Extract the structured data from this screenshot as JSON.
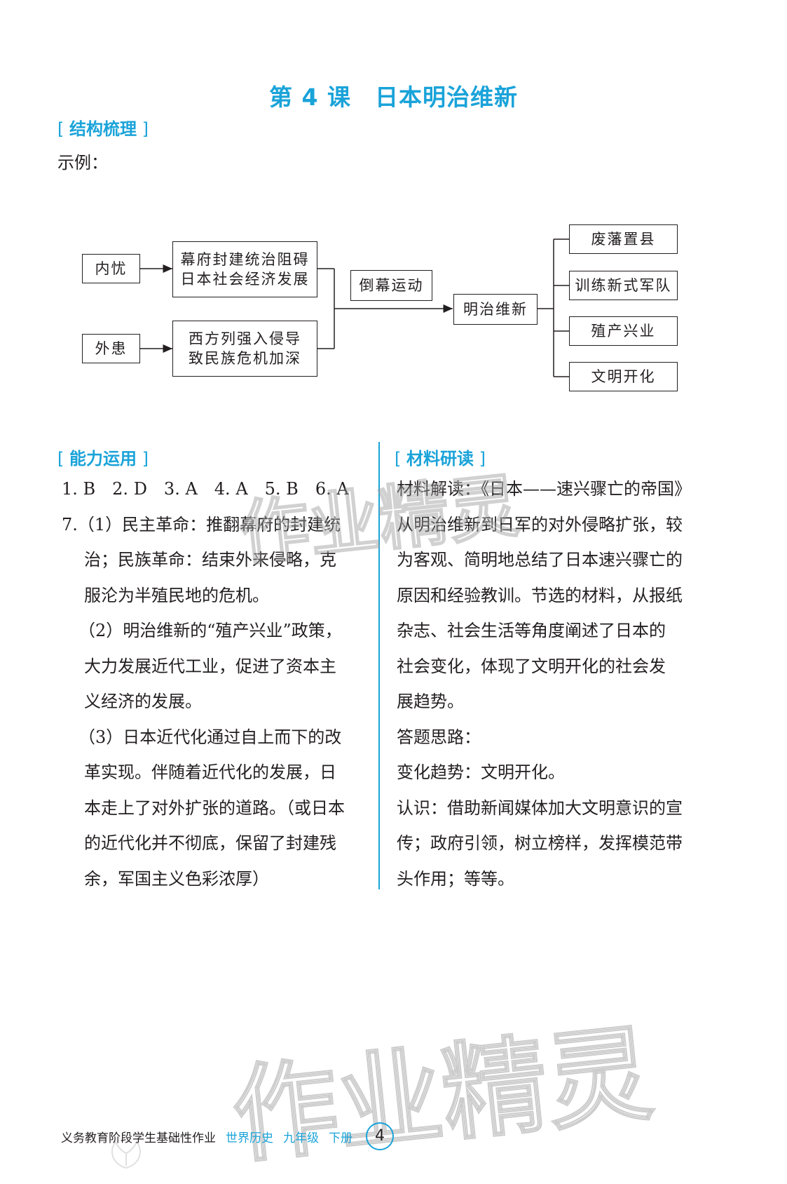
{
  "title": "第 4 课　日本明治维新",
  "sections": {
    "structure": {
      "open": "[ ",
      "label": "结构梳理",
      "close": " ]"
    },
    "ability": {
      "open": "[ ",
      "label": "能力运用",
      "close": " ]"
    },
    "material": {
      "open": "[ ",
      "label": "材料研读",
      "close": " ]"
    }
  },
  "example_label": "示例：",
  "diagram": {
    "inner": "内忧",
    "outer": "外患",
    "cause1": [
      "幕府封建统治阻碍",
      "日本社会经济发展"
    ],
    "cause2": [
      "西方列强入侵导",
      "致民族危机加深"
    ],
    "movement": "倒幕运动",
    "center": "明治维新",
    "results": [
      "废藩置县",
      "训练新式军队",
      "殖产兴业",
      "文明开化"
    ]
  },
  "left_lines": [
    "1. B　2. D　3. A　4. A　5. B　6. A",
    "7.（1）民主革命：推翻幕府的封建统",
    "治；民族革命：结束外来侵略，克",
    "服沦为半殖民地的危机。",
    "（2）明治维新的“殖产兴业”政策，",
    "大力发展近代工业，促进了资本主",
    "义经济的发展。",
    "（3）日本近代化通过自上而下的改",
    "革实现。伴随着近代化的发展，日",
    "本走上了对外扩张的道路。（或日本",
    "的近代化并不彻底，保留了封建残",
    "余，军国主义色彩浓厚）"
  ],
  "right_lines": [
    "材料解读：《日本——速兴骤亡的帝国》",
    "从明治维新到日军的对外侵略扩张，较",
    "为客观、简明地总结了日本速兴骤亡的",
    "原因和经验教训。节选的材料，从报纸",
    "杂志、社会生活等角度阐述了日本的",
    "社会变化，体现了文明开化的社会发",
    "展趋势。",
    "答题思路：",
    "变化趋势：文明开化。",
    "认识：借助新闻媒体加大文明意识的宣",
    "传；政府引领，树立榜样，发挥模范带",
    "头作用；等等。"
  ],
  "footer": {
    "series": "义务教育阶段学生基础性作业",
    "subject": "世界历史",
    "grade": "九年级",
    "volume": "下册",
    "page": "4"
  },
  "watermark": "作业精灵"
}
